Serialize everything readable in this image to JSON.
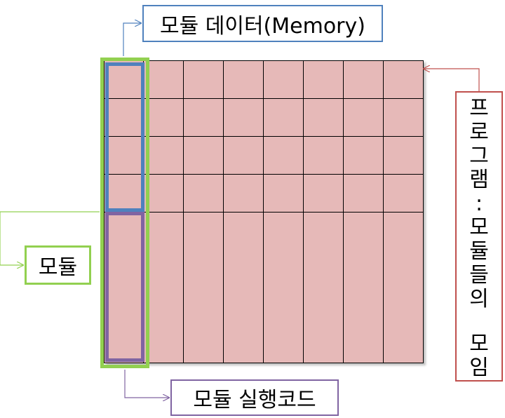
{
  "labels": {
    "module_data": "모듈 데이터(Memory)",
    "module": "모듈",
    "module_exec": "모듈 실행코드",
    "program": "프로그램 : 모듈들의 모임"
  },
  "program_chars": [
    "프",
    "로",
    "그",
    "램",
    ":",
    "모",
    "듈",
    "들",
    "의",
    "",
    "모",
    "임"
  ],
  "colors": {
    "cell_fill": "#e6b9b8",
    "grid_line": "#000000",
    "module_data": "#4f81bd",
    "module": "#92d050",
    "module_exec": "#8064a2",
    "program": "#c0504d"
  }
}
